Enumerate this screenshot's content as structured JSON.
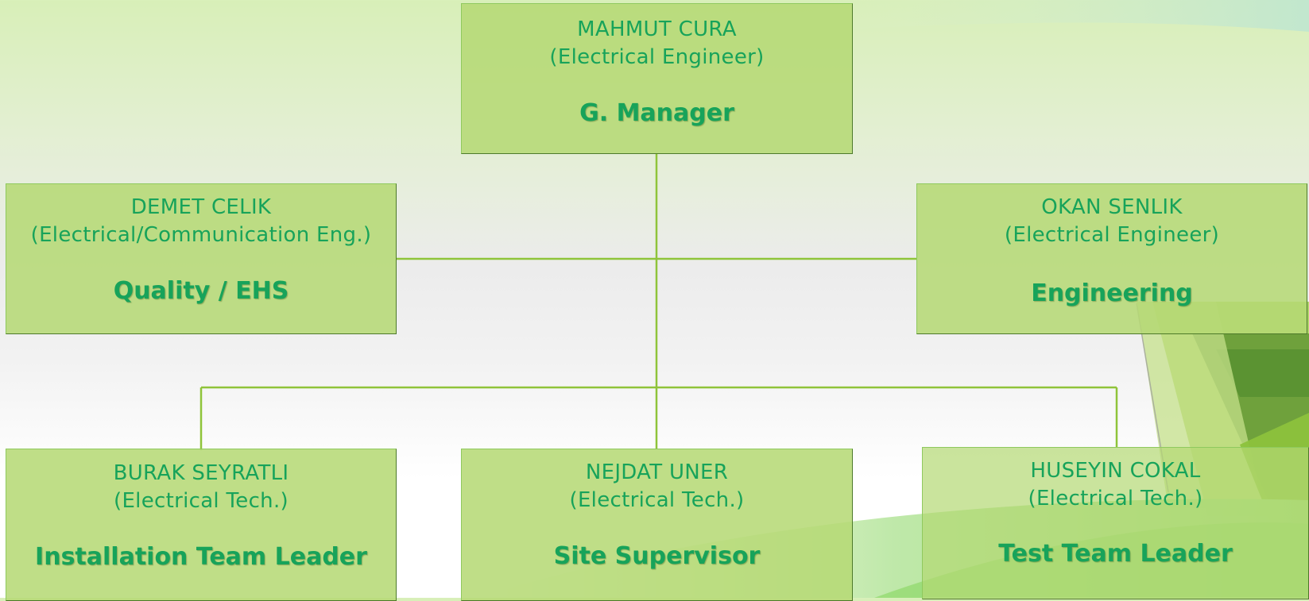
{
  "org_chart": {
    "nodes": [
      {
        "id": "gm",
        "name": "MAHMUT CURA",
        "qualification": "(Electrical Engineer)",
        "role": "G. Manager"
      },
      {
        "id": "quality",
        "name": "DEMET CELIK",
        "qualification": "(Electrical/Communication Eng.)",
        "role": "Quality / EHS"
      },
      {
        "id": "engineering",
        "name": "OKAN SENLIK",
        "qualification": "(Electrical Engineer)",
        "role": "Engineering"
      },
      {
        "id": "installation",
        "name": "BURAK SEYRATLI",
        "qualification": "(Electrical Tech.)",
        "role": "Installation Team Leader"
      },
      {
        "id": "site",
        "name": "NEJDAT UNER",
        "qualification": "(Electrical Tech.)",
        "role": "Site Supervisor"
      },
      {
        "id": "test",
        "name": "HUSEYIN COKAL",
        "qualification": "(Electrical Tech.)",
        "role": "Test Team Leader"
      }
    ],
    "reports_to": [
      {
        "from": "quality",
        "to": "gm"
      },
      {
        "from": "engineering",
        "to": "gm"
      },
      {
        "from": "installation",
        "to": "gm"
      },
      {
        "from": "site",
        "to": "gm"
      },
      {
        "from": "test",
        "to": "gm"
      }
    ]
  },
  "colors": {
    "box_fill": "#b4d873",
    "text": "#17a35a",
    "connector": "#8fc43a"
  }
}
